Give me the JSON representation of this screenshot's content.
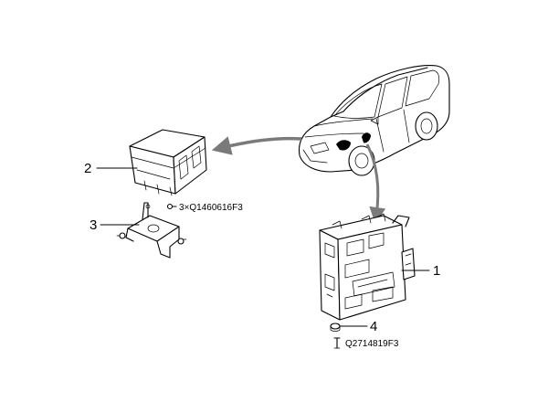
{
  "diagram": {
    "callouts": {
      "c1": "1",
      "c2": "2",
      "c3": "3",
      "c4": "4"
    },
    "part_codes": {
      "bracket_fastener": "3×Q1460616F3",
      "module_bolt": "Q2714819F3"
    },
    "colors": {
      "line": "#000000",
      "arrow": "#7a7a7a",
      "background": "#ffffff"
    }
  }
}
